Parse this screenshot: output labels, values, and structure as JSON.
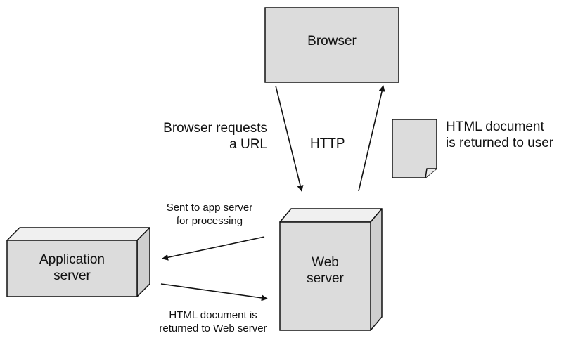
{
  "colors": {
    "box_fill": "#dcdcdc",
    "box_side": "#cfcfcf",
    "box_top": "#f0f0f0",
    "stroke": "#111111",
    "document_fill": "#dcdcdc"
  },
  "nodes": {
    "browser": "Browser",
    "application_server": "Application\nserver",
    "web_server": "Web\nserver",
    "document_icon": "html-document-icon"
  },
  "labels": {
    "browser_requests": "Browser requests\na URL",
    "http": "HTTP",
    "html_returned_to_user": "HTML document\nis returned to user",
    "sent_to_app_server": "Sent to app server\nfor processing",
    "html_returned_to_web_server": "HTML document is\nreturned to Web server"
  }
}
